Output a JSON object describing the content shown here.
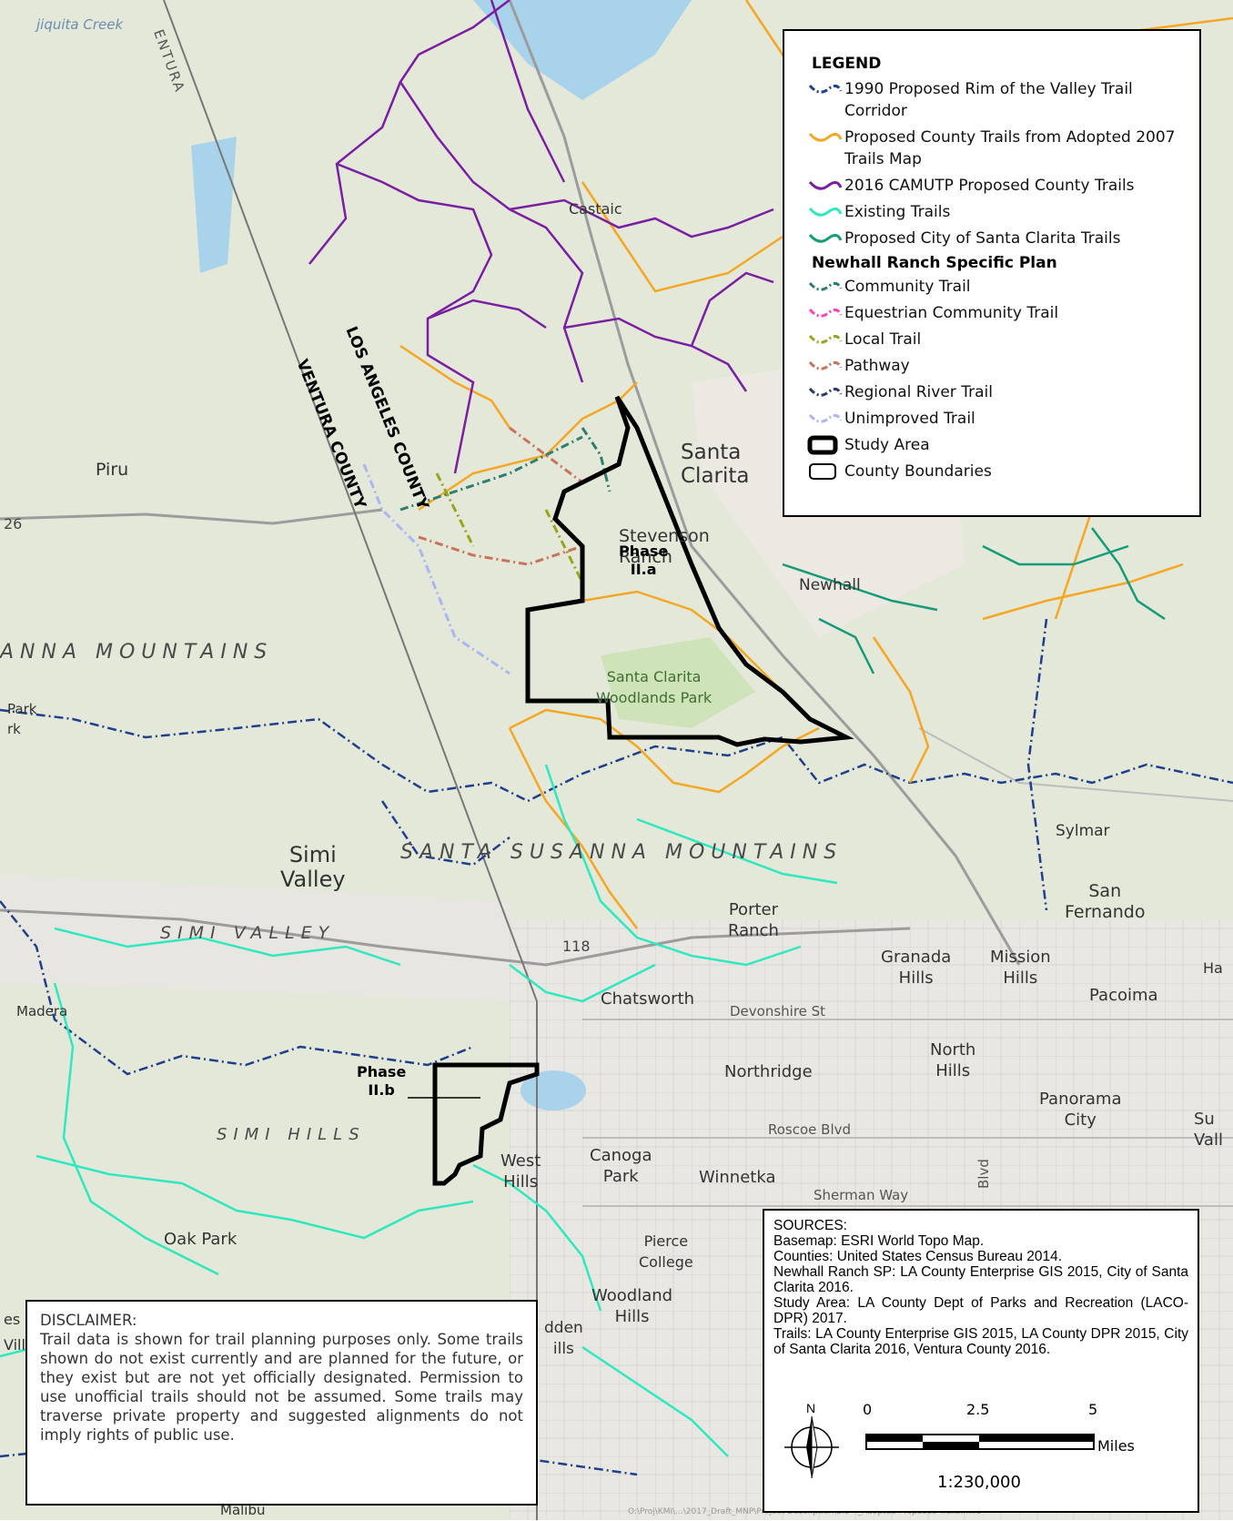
{
  "legend": {
    "title": "LEGEND",
    "items": [
      {
        "label": "1990 Proposed Rim of the Valley Trail Corridor",
        "color": "#1f3f8c",
        "style": "dashdot"
      },
      {
        "label": "Proposed County Trails from Adopted 2007 Trails Map",
        "color": "#f5a623",
        "style": "solid"
      },
      {
        "label": "2016 CAMUTP Proposed County Trails",
        "color": "#7b1fa2",
        "style": "solid"
      },
      {
        "label": "Existing Trails",
        "color": "#2ee8c0",
        "style": "solid"
      },
      {
        "label": "Proposed City of Santa Clarita Trails",
        "color": "#139b7a",
        "style": "solid"
      }
    ],
    "subheading": "Newhall Ranch Specific Plan",
    "sp_items": [
      {
        "label": "Community Trail",
        "color": "#2e7d6e",
        "style": "dashdot"
      },
      {
        "label": "Equestrian Community Trail",
        "color": "#ff3fbf",
        "style": "dashdot"
      },
      {
        "label": "Local Trail",
        "color": "#9aa31a",
        "style": "dashdot"
      },
      {
        "label": "Pathway",
        "color": "#c8735a",
        "style": "dashdot"
      },
      {
        "label": "Regional River Trail",
        "color": "#283a6e",
        "style": "dashdot"
      },
      {
        "label": "Unimproved Trail",
        "color": "#a9b6f2",
        "style": "dashdot"
      }
    ],
    "boundaries": [
      {
        "label": "Study Area",
        "symbol": "thick-box"
      },
      {
        "label": "County Boundaries",
        "symbol": "thin-box"
      }
    ]
  },
  "place_labels": {
    "santa_clarita": "Santa\nClarita",
    "castaic": "Castaic",
    "piru": "Piru",
    "stevenson_ranch": "Stevenson\nRanch",
    "newhall": "Newhall",
    "santa_clarita_woodlands_park": "Santa Clarita\nWoodlands Park",
    "simi_valley": "Simi\nValley",
    "sylmar": "Sylmar",
    "san_fernando": "San\nFernando",
    "porter_ranch": "Porter\nRanch",
    "granada_hills": "Granada\nHills",
    "mission_hills": "Mission\nHills",
    "pacoima": "Pacoima",
    "chatsworth": "Chatsworth",
    "north_hills": "North\nHills",
    "northridge": "Northridge",
    "panorama_city": "Panorama\nCity",
    "west_hills": "West\nHills",
    "canoga_park": "Canoga\nPark",
    "winnetka": "Winnetka",
    "oak_park": "Oak Park",
    "pierce_college": "Pierce\nCollege",
    "woodland_hills": "Woodland\nHills",
    "hidden_hills": "dden\nills",
    "sun_valley": "Su\nVall",
    "malibu": "Malibu",
    "madera": "Madera",
    "park": "Park",
    "rk": "rk",
    "ha": "Ha",
    "es": "es",
    "vill": "Vill"
  },
  "mountain_labels": {
    "santa_susanna_top": "ANNA MOUNTAINS",
    "santa_susanna_bottom": "SANTA SUSANNA MOUNTAINS",
    "simi_valley_region": "SIMI VALLEY",
    "simi_hills": "SIMI HILLS"
  },
  "road_labels": {
    "route_126": "26",
    "route_118": "118",
    "devonshire": "Devonshire St",
    "roscoe": "Roscoe Blvd",
    "sherman_way": "Sherman Way",
    "blvd": "Blvd",
    "ventura_top": "ENTURA",
    "creek": "jiquita Creek"
  },
  "county_labels": {
    "la": "LOS ANGELES COUNTY",
    "ventura": "VENTURA COUNTY"
  },
  "phase_labels": {
    "phase_2a": "Phase\nII.a",
    "phase_2b": "Phase\nII.b"
  },
  "sources": {
    "heading": "SOURCES:",
    "lines": [
      "Basemap: ESRI World Topo Map.",
      "Counties: United States Census Bureau 2014.",
      "Newhall Ranch SP: LA County Enterprise GIS 2015, City of Santa Clarita 2016.",
      "Study Area: LA County Dept of Parks and Recreation (LACO-DPR) 2017.",
      "Trails: LA County Enterprise GIS 2015, LA County DPR 2015, City of Santa Clarita 2016, Ventura County 2016."
    ]
  },
  "scale": {
    "north": "N",
    "ticks": [
      "0",
      "2.5",
      "5"
    ],
    "unit": "Miles",
    "ratio": "1:230,000"
  },
  "disclaimer": {
    "heading": "DISCLAIMER:",
    "text": "Trail data is shown for trail planning purposes only. Some trails shown do not exist currently and are planned for the future, or they exist but are not yet officially designated. Permission to use unofficial trails should not be assumed. Some trails may traverse private property and suggested alignments do not imply rights of public use."
  },
  "file_path": "O:\\Proj\\KMI\\...\\2017_Draft_MNP\\Project Description\\1.8-4_Adopted-Proposed Trails.mxd",
  "colors": {
    "rim_of_valley": "#1f3f8c",
    "county_2007": "#f5a623",
    "camutp_2016": "#7b1fa2",
    "existing": "#2ee8c0",
    "santa_clarita_city": "#139b7a",
    "study_area": "#000000"
  }
}
